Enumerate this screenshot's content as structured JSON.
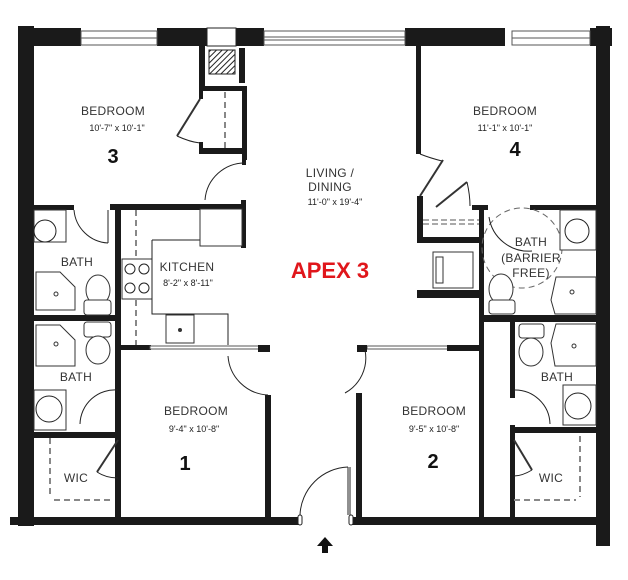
{
  "plan": {
    "title": "APEX 3",
    "title_color": "#e0161b",
    "wall_color": "#1a1a1a",
    "entry_icon": "arrow-up-icon",
    "rooms": {
      "bedroom3": {
        "name": "BEDROOM",
        "dims": "10'-7\" x 10'-1\"",
        "number": "3"
      },
      "bedroom4": {
        "name": "BEDROOM",
        "dims": "11'-1\" x 10'-1\"",
        "number": "4"
      },
      "living": {
        "name_line1": "LIVING /",
        "name_line2": "DINING",
        "dims": "11'-0\" x 19'-4\""
      },
      "kitchen": {
        "name": "KITCHEN",
        "dims": "8'-2\" x 8'-11\""
      },
      "bath_left_top": {
        "name": "BATH"
      },
      "bath_left_bottom": {
        "name": "BATH"
      },
      "bath_right_top": {
        "name_line1": "BATH",
        "name_line2": "(BARRIER",
        "name_line3": "FREE)"
      },
      "bath_right_bottom": {
        "name": "BATH"
      },
      "bedroom1": {
        "name": "BEDROOM",
        "dims": "9'-4\" x 10'-8\"",
        "number": "1"
      },
      "bedroom2": {
        "name": "BEDROOM",
        "dims": "9'-5\" x 10'-8\"",
        "number": "2"
      },
      "wic_left": {
        "name": "WIC"
      },
      "wic_right": {
        "name": "WIC"
      }
    }
  }
}
